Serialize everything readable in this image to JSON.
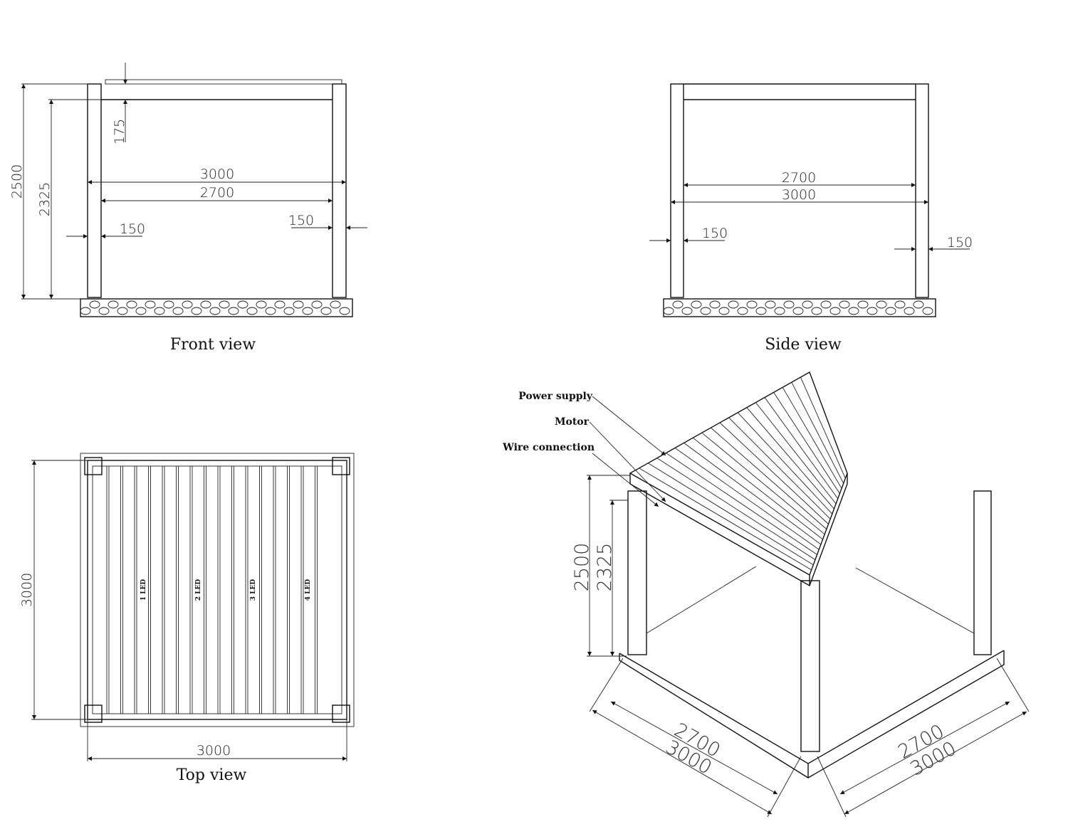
{
  "front_view": {
    "caption": "Front view",
    "dims": {
      "overall_height": "2500",
      "clear_height": "2325",
      "beam": "175",
      "overall_width": "3000",
      "inner_width": "2700",
      "post_left": "150",
      "post_right": "150"
    }
  },
  "side_view": {
    "caption": "Side view",
    "dims": {
      "inner_width": "2700",
      "overall_width": "3000",
      "post_left": "150",
      "post_right": "150"
    }
  },
  "top_view": {
    "caption": "Top view",
    "dims": {
      "depth": "3000",
      "width": "3000"
    },
    "led_labels": [
      "1 LED",
      "2 LED",
      "3 LED",
      "4 LED"
    ]
  },
  "iso_view": {
    "callouts": [
      "Power supply",
      "Motor",
      "Wire connection"
    ],
    "dims": {
      "overall_height": "2500",
      "clear_height": "2325",
      "left_inner": "2700",
      "left_outer": "3000",
      "right_inner": "2700",
      "right_outer": "3000"
    }
  }
}
